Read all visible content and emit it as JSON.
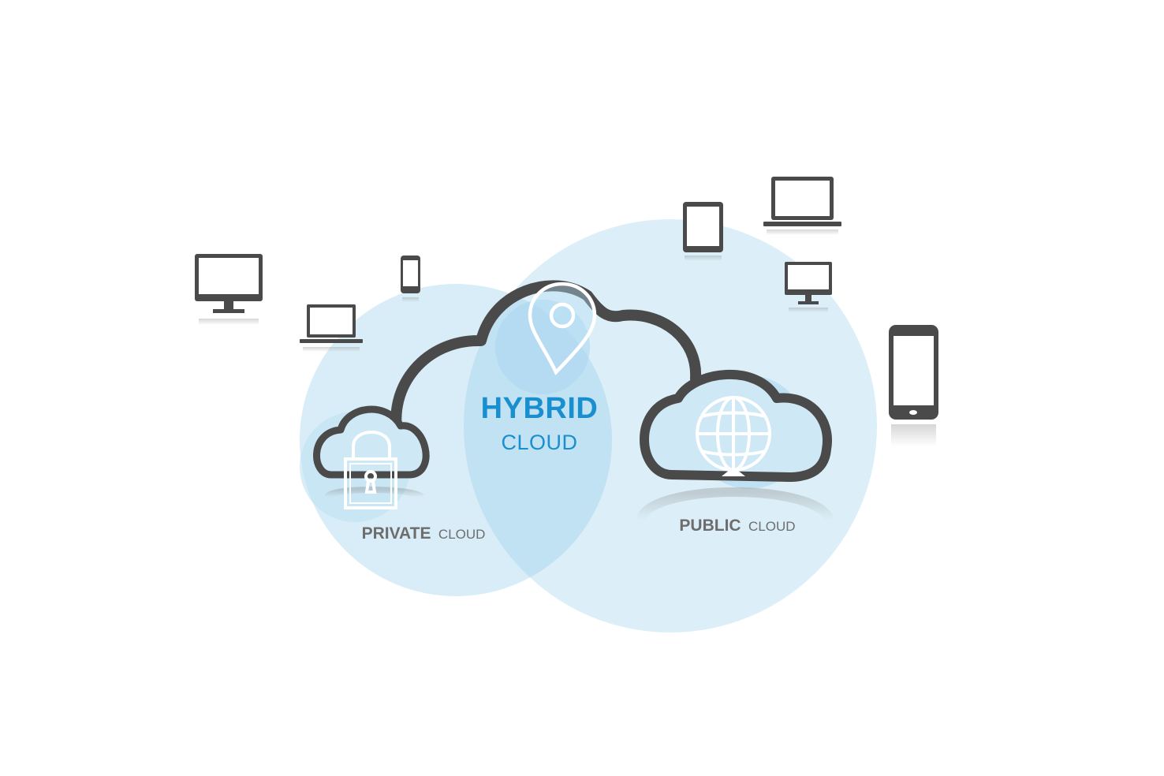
{
  "hybrid": {
    "title": "HYBRID",
    "subtitle": "CLOUD"
  },
  "private": {
    "strong": "PRIVATE",
    "small": "CLOUD"
  },
  "public": {
    "strong": "PUBLIC",
    "small": "CLOUD"
  },
  "colors": {
    "circle_fill": "#cde8f6",
    "overlap_fill": "#b5dcf2",
    "cloud_stroke": "#4a4a4a",
    "device": "#4a4a4a",
    "accent_text": "#1a8fd0",
    "label_text": "#6d6d6d"
  },
  "icons": [
    "lock-icon",
    "location-pin-icon",
    "globe-icon",
    "desktop-monitor-icon",
    "laptop-icon",
    "smartphone-icon",
    "tablet-icon"
  ]
}
